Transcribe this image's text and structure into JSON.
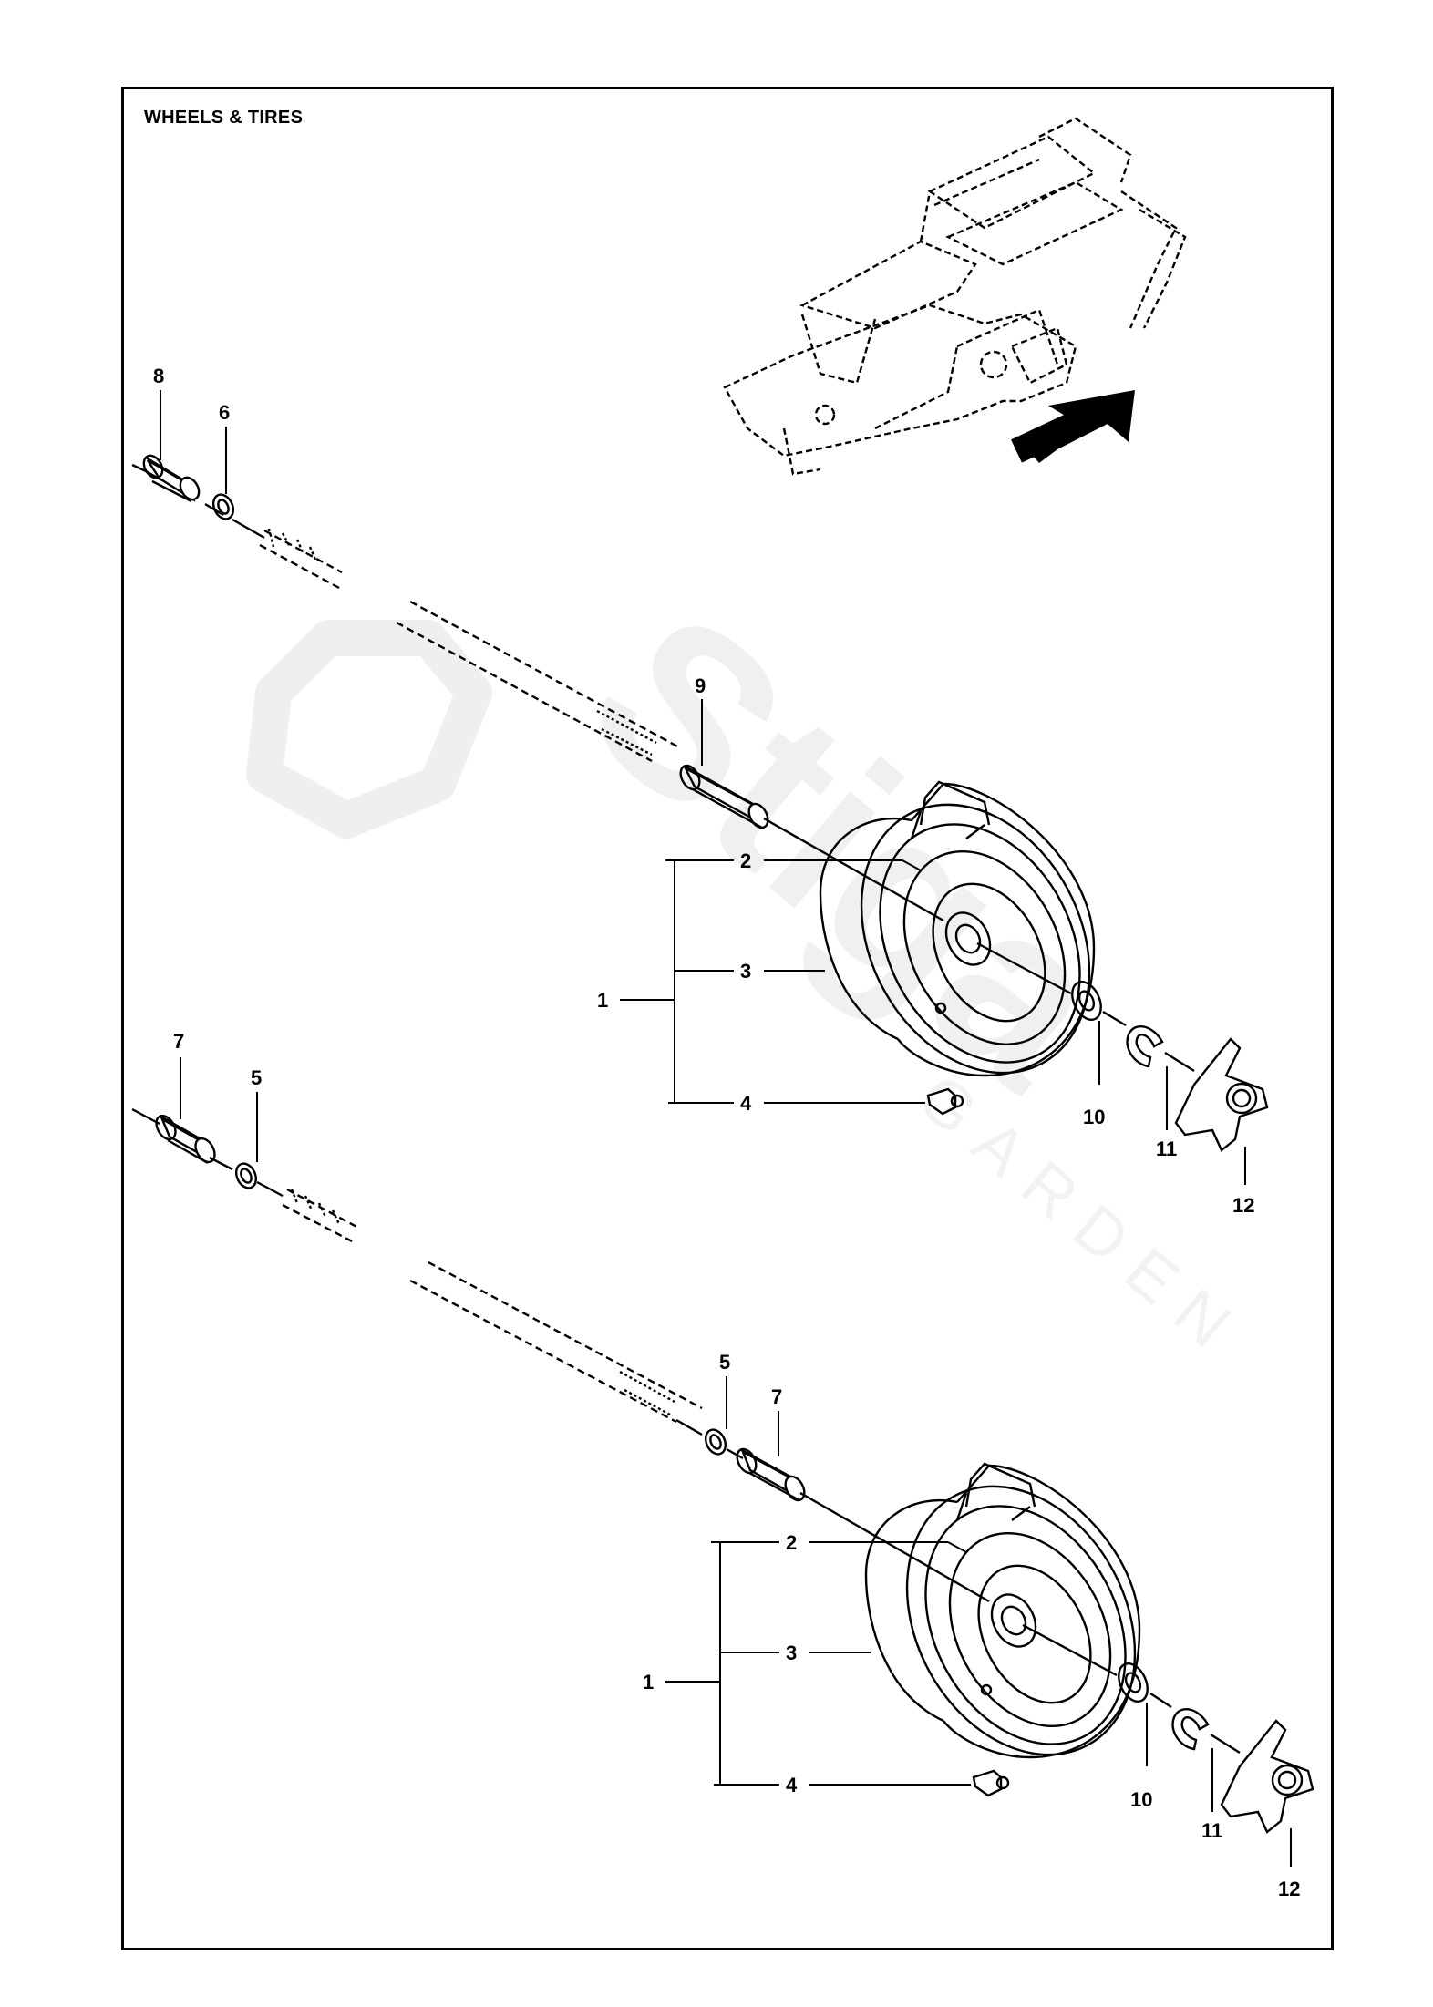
{
  "title": "WHEELS & TIRES",
  "watermark": {
    "brand": "Stiga",
    "sub": "GARDEN"
  },
  "callouts": {
    "upper": {
      "p8": "8",
      "p6": "6",
      "p9": "9",
      "p2": "2",
      "p3": "3",
      "p1": "1",
      "p4": "4",
      "p10": "10",
      "p11": "11",
      "p12": "12"
    },
    "mid": {
      "p7": "7",
      "p5": "5"
    },
    "lower": {
      "p5": "5",
      "p7": "7",
      "p2": "2",
      "p3": "3",
      "p1": "1",
      "p4": "4",
      "p10": "10",
      "p11": "11",
      "p12": "12"
    }
  },
  "colors": {
    "line": "#000000",
    "watermark": "#eeeeee"
  }
}
